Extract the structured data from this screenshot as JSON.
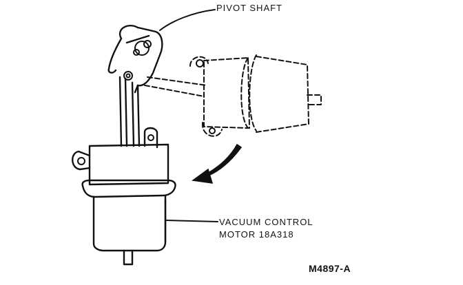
{
  "labels": {
    "pivot_shaft": "PIVOT SHAFT",
    "vacuum_line1": "VACUUM CONTROL",
    "vacuum_line2": "MOTOR 18A318"
  },
  "figure_number": "M4897-A",
  "colors": {
    "line": "#111111",
    "background": "#ffffff"
  }
}
